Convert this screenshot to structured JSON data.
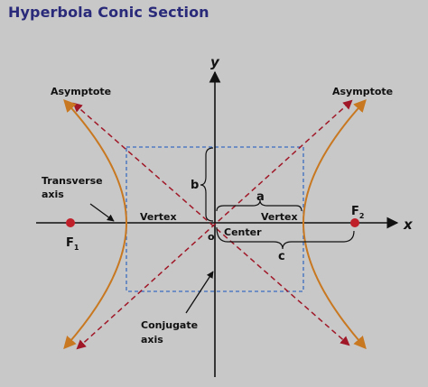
{
  "title": "Hyperbola Conic Section",
  "labels": {
    "y_axis": "y",
    "x_axis": "x",
    "asymptote_left": "Asymptote",
    "asymptote_right": "Asymptote",
    "transverse_line1": "Transverse",
    "transverse_line2": "axis",
    "vertex_left": "Vertex",
    "vertex_right": "Vertex",
    "origin": "o",
    "center": "Center",
    "a": "a",
    "b": "b",
    "c": "c",
    "focus1": "F",
    "focus1_sub": "1",
    "focus2": "F",
    "focus2_sub": "2",
    "conjugate_line1": "Conjugate",
    "conjugate_line2": "axis"
  },
  "colors": {
    "background": "#c8c8c8",
    "title": "#2a2a7a",
    "hyperbola": "#c87820",
    "asymptote": "#a01828",
    "box": "#3a6cc0",
    "focus": "#c0202a",
    "axis": "#111111"
  }
}
